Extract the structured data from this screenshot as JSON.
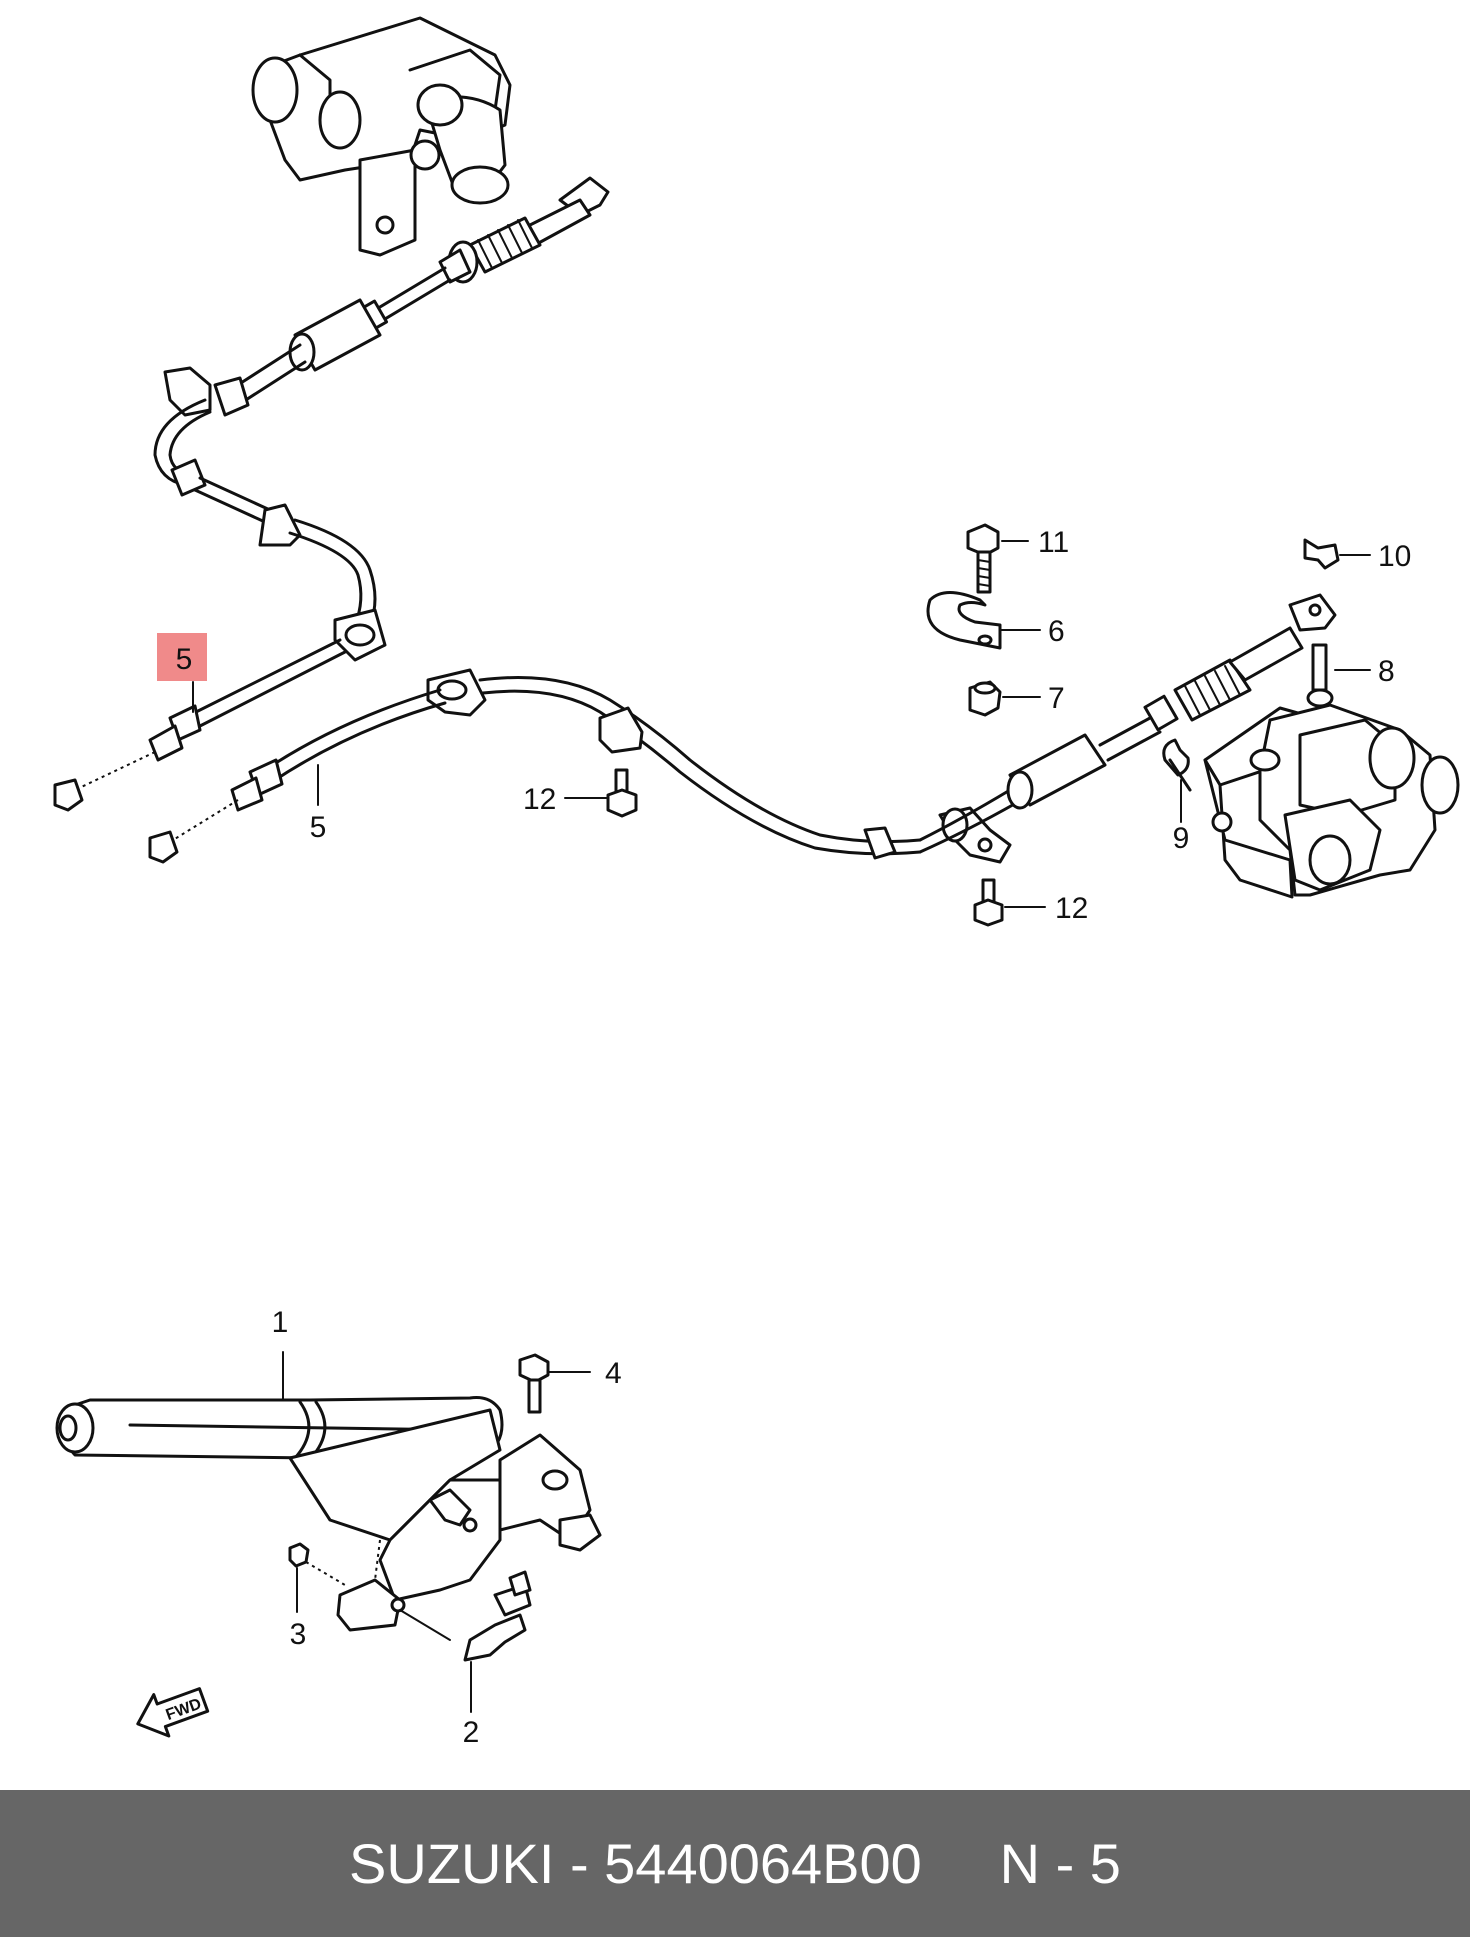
{
  "colors": {
    "highlight": "#f08a8a",
    "footer_bg": "#666666",
    "footer_text": "#ffffff",
    "line": "#111111"
  },
  "callouts": {
    "c1": "1",
    "c2": "2",
    "c3": "3",
    "c4": "4",
    "c5_highlight": "5",
    "c5_lower": "5",
    "c6": "6",
    "c7": "7",
    "c8": "8",
    "c9": "9",
    "c10": "10",
    "c11": "11",
    "c12_left": "12",
    "c12_right": "12"
  },
  "fwd_icon": {
    "text": "FWD",
    "icon": "fwd-arrow-icon"
  },
  "footer": {
    "text": "SUZUKI - 5440064B00     N - 5"
  }
}
